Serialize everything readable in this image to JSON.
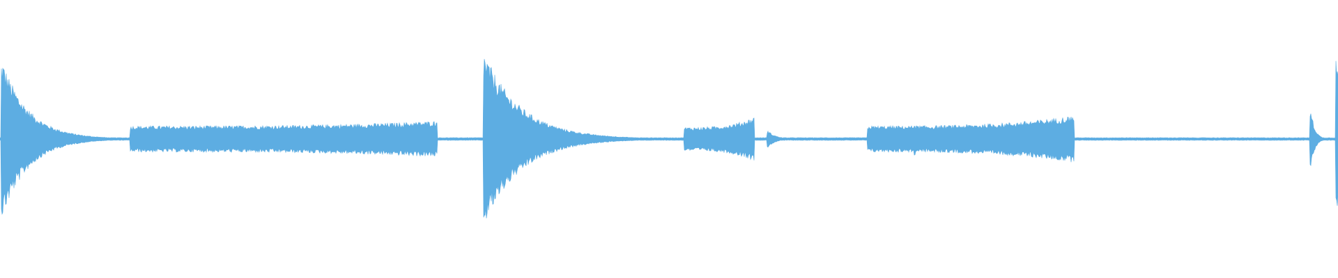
{
  "waveform": {
    "color": "#5dade2",
    "baseline_amplitude": 0.01,
    "peak_events": [
      {
        "at": 0.002,
        "amplitude": 0.56,
        "decay": 0.02
      },
      {
        "at": 0.362,
        "amplitude": 0.62,
        "decay": 0.028
      },
      {
        "at": 0.574,
        "amplitude": 0.06,
        "decay": 0.006
      },
      {
        "at": 0.684,
        "amplitude": 0.12,
        "decay": 0.002
      },
      {
        "at": 0.98,
        "amplitude": 0.2,
        "decay": 0.003
      },
      {
        "at": 0.999,
        "amplitude": 0.58,
        "decay": 0.012
      }
    ],
    "sustained_segments": [
      {
        "start": 0.097,
        "end": 0.327,
        "amplitude_start": 0.095,
        "amplitude_end": 0.13
      },
      {
        "start": 0.511,
        "end": 0.564,
        "amplitude_start": 0.085,
        "amplitude_end": 0.16
      },
      {
        "start": 0.648,
        "end": 0.803,
        "amplitude_start": 0.095,
        "amplitude_end": 0.17
      }
    ]
  }
}
